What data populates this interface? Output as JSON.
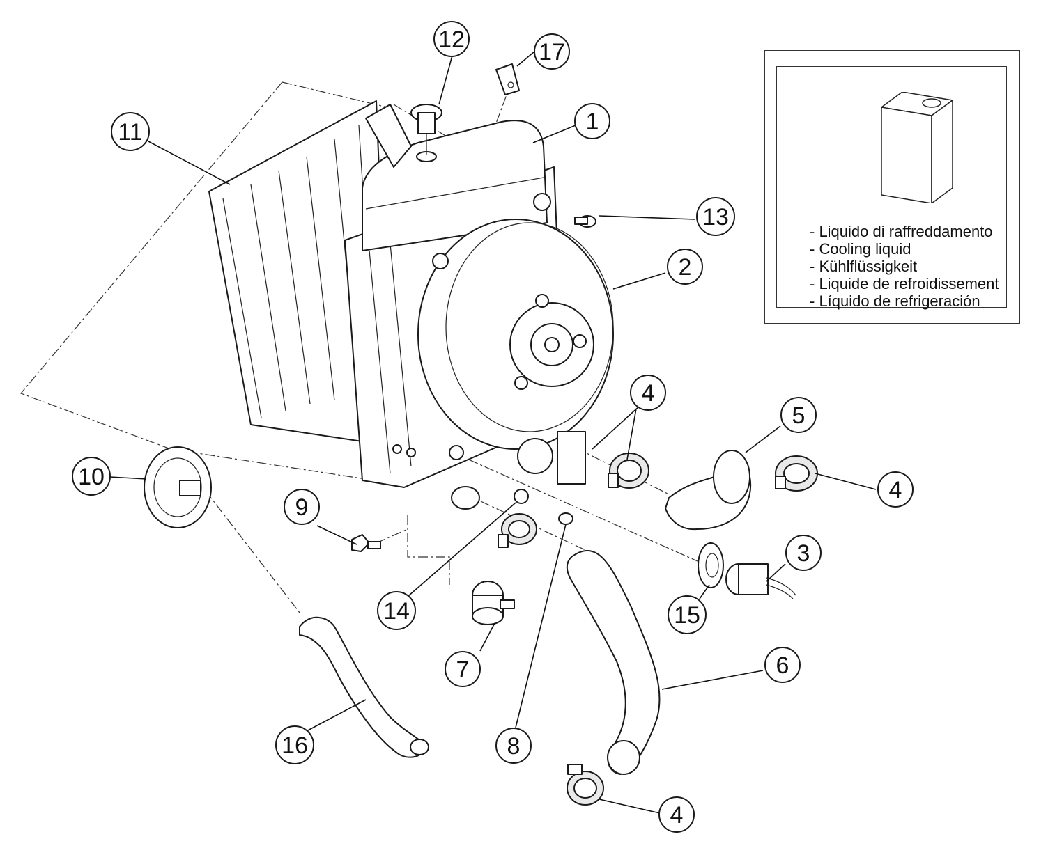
{
  "callouts": [
    {
      "id": "1",
      "label": "1"
    },
    {
      "id": "2",
      "label": "2"
    },
    {
      "id": "3",
      "label": "3"
    },
    {
      "id": "4a",
      "label": "4"
    },
    {
      "id": "4b",
      "label": "4"
    },
    {
      "id": "4c",
      "label": "4"
    },
    {
      "id": "5",
      "label": "5"
    },
    {
      "id": "6",
      "label": "6"
    },
    {
      "id": "7",
      "label": "7"
    },
    {
      "id": "8",
      "label": "8"
    },
    {
      "id": "9",
      "label": "9"
    },
    {
      "id": "10",
      "label": "10"
    },
    {
      "id": "11",
      "label": "11"
    },
    {
      "id": "12",
      "label": "12"
    },
    {
      "id": "13",
      "label": "13"
    },
    {
      "id": "14",
      "label": "14"
    },
    {
      "id": "15",
      "label": "15"
    },
    {
      "id": "16",
      "label": "16"
    },
    {
      "id": "17",
      "label": "17"
    }
  ],
  "legend": {
    "icon": "coolant-container-icon",
    "lines": [
      "- Liquido di raffreddamento",
      "- Cooling liquid",
      "- Kühlflüssigkeit",
      "- Liquide de refroidissement",
      "- Líquido de refrigeración"
    ]
  }
}
